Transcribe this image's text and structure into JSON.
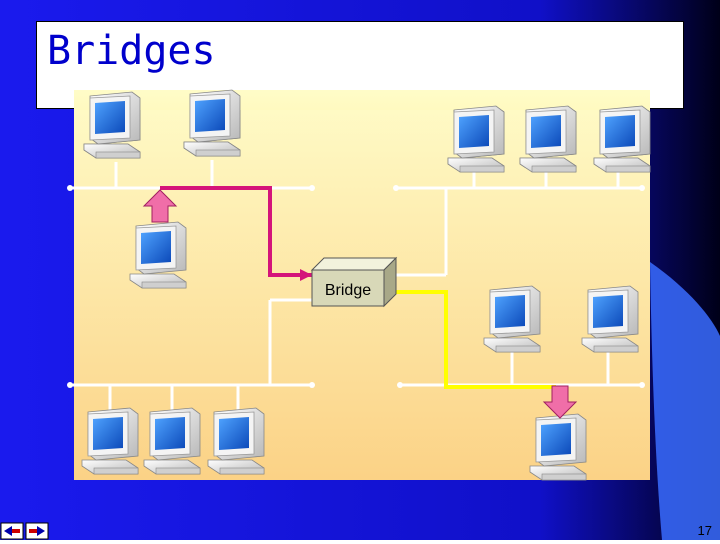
{
  "slide": {
    "title": "Bridges",
    "slide_number": "17"
  },
  "diagram": {
    "bridge_label": "Bridge"
  },
  "colors": {
    "background_blue": "#1414e6",
    "panel_light": "#fffbc8",
    "panel_dark": "#fbd38a",
    "wire": "#ffffff",
    "path_magenta": "#d4147a",
    "path_yellow": "#ffff00",
    "arrow_pink": "#f06ea8",
    "monitor_screen": "#1a6de0",
    "computer_body": "#e8e8e8",
    "bridge_face": "#d8d8b8"
  },
  "icons": [
    "computer-icon",
    "up-arrow-icon",
    "down-arrow-icon",
    "nav-back-icon",
    "nav-forward-icon"
  ]
}
